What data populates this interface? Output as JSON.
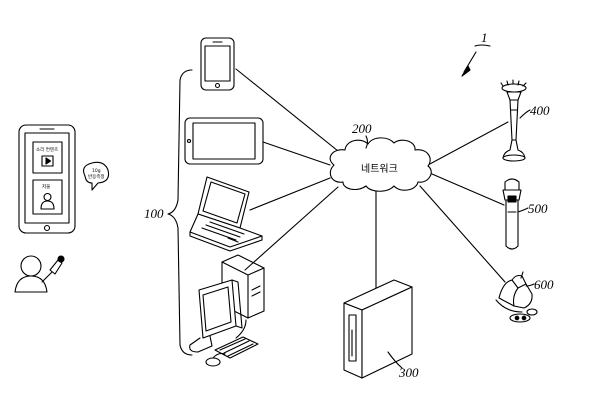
{
  "figure_number": "1",
  "network": {
    "label": "네트워크",
    "ref": "200"
  },
  "group_ref": "100",
  "server_ref": "300",
  "devices": [
    {
      "ref": "400",
      "name": "wand-device"
    },
    {
      "ref": "500",
      "name": "cylinder-device"
    },
    {
      "ref": "600",
      "name": "stand-device"
    }
  ],
  "phone_screen": {
    "content_title": "소리 컨텐츠",
    "second_label": "저울",
    "bubble_line1": "10g",
    "bubble_line2": "반응측정"
  }
}
